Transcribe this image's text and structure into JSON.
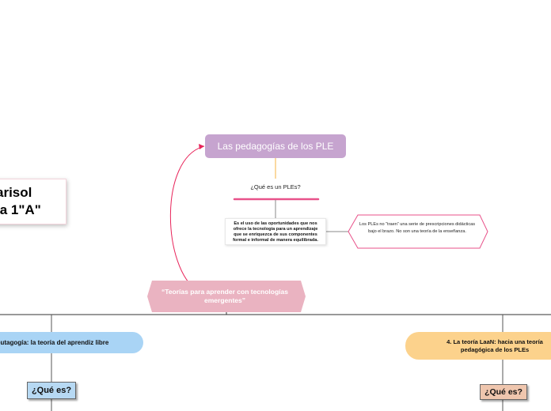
{
  "name_card": {
    "line1": "arisol",
    "line2": "ıa 1\"A\""
  },
  "main_topic": {
    "title": "Las pedagogías de los PLE"
  },
  "question": {
    "text": "¿Qué es un PLEs?"
  },
  "definition": {
    "text": "Es el uso de las oportunidades que nos ofrece la tecnología para un aprendizaje que se enriquezca de sus componentes formal e informal de manera equilibrada."
  },
  "note": {
    "text": "Los PLEs no “traen” una serie de prescripciones didácticas bajo el brazo. No son una teoría de la enseñanza."
  },
  "teorias": {
    "text": "“Teorías para aprender con tecnologías emergentes”"
  },
  "left_branch": {
    "title": "eutagogía: la teoría del aprendiz libre",
    "question": "¿Qué es?"
  },
  "right_branch": {
    "title": "4. La teoría LaaN: hacia una teoría pedagógica de los PLEs",
    "question": "¿Qué es?"
  },
  "colors": {
    "main_topic": "#c6a4cf",
    "teorias": "#eab3c1",
    "left_branch": "#a9d4f5",
    "right_branch": "#fcd28c",
    "accent_line": "#e8528a",
    "connector_orange": "#f5b342"
  }
}
